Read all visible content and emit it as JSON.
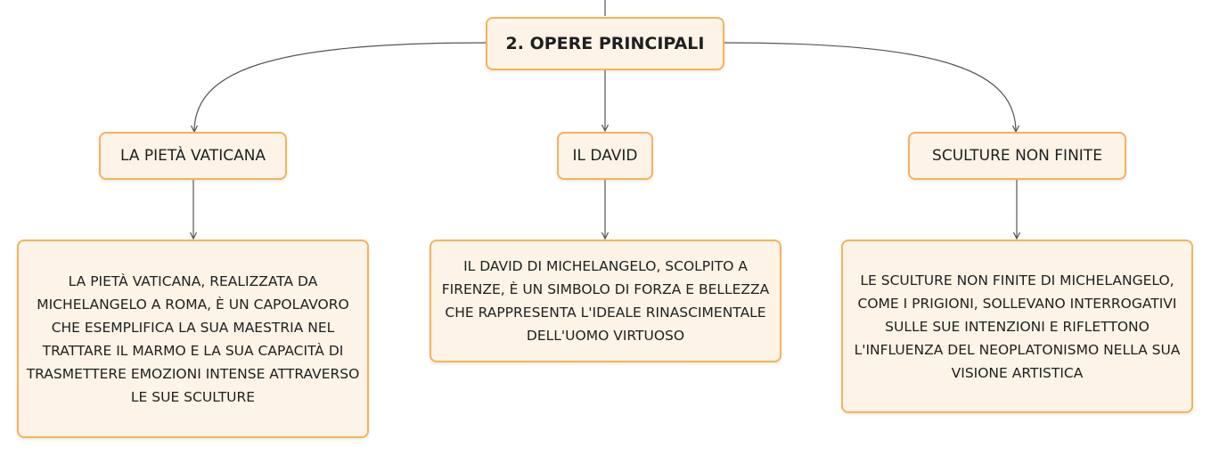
{
  "root": {
    "label": "2. OPERE PRINCIPALI"
  },
  "branches": [
    {
      "title": "LA PIETÀ VATICANA",
      "description": "LA PIETÀ VATICANA, REALIZZATA DA MICHELANGELO A ROMA, È UN CAPOLAVORO CHE ESEMPLIFICA LA SUA MAESTRIA NEL TRATTARE IL MARMO E LA SUA CAPACITÀ DI TRASMETTERE EMOZIONI INTENSE ATTRAVERSO LE SUE SCULTURE"
    },
    {
      "title": "IL DAVID",
      "description": "IL DAVID DI MICHELANGELO, SCOLPITO A FIRENZE, È UN SIMBOLO DI FORZA E BELLEZZA CHE RAPPRESENTA L'IDEALE RINASCIMENTALE DELL'UOMO VIRTUOSO"
    },
    {
      "title": "SCULTURE NON FINITE",
      "description": "LE SCULTURE NON FINITE DI MICHELANGELO, COME I PRIGIONI, SOLLEVANO INTERROGATIVI SULLE SUE INTENZIONI E RIFLETTONO L'INFLUENZA DEL NEOPLATONISMO NELLA SUA VISIONE ARTISTICA"
    }
  ]
}
